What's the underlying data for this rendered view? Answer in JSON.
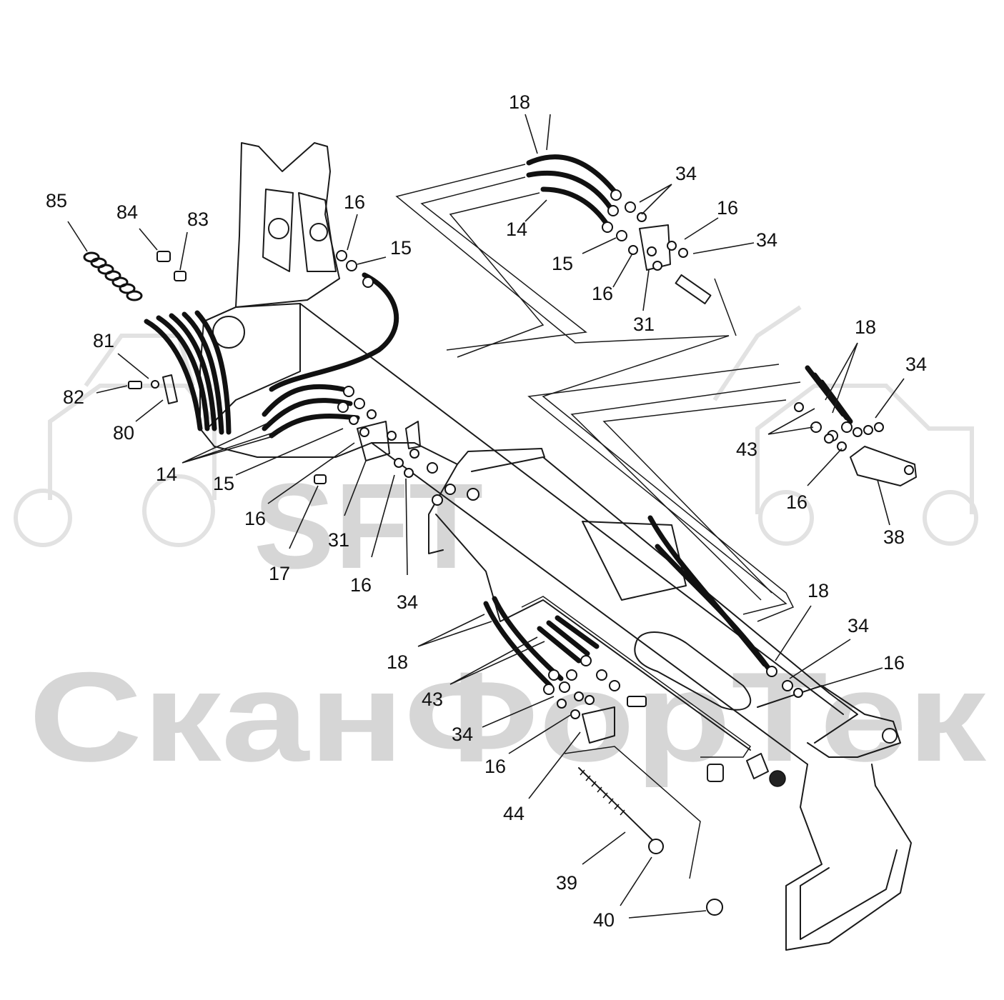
{
  "watermark": {
    "brand": "SFT",
    "name": "СканФорТек",
    "color": "#d6d6d6"
  },
  "colors": {
    "line": "#1a1a1a",
    "background": "#ffffff"
  },
  "callouts": [
    {
      "id": "c18-top",
      "text": "18"
    },
    {
      "id": "c34-a",
      "text": "34"
    },
    {
      "id": "c16-a",
      "text": "16"
    },
    {
      "id": "c34-b",
      "text": "34"
    },
    {
      "id": "c14-top",
      "text": "14"
    },
    {
      "id": "c15-top",
      "text": "15"
    },
    {
      "id": "c16-b",
      "text": "16"
    },
    {
      "id": "c31-top",
      "text": "31"
    },
    {
      "id": "c85",
      "text": "85"
    },
    {
      "id": "c84",
      "text": "84"
    },
    {
      "id": "c83",
      "text": "83"
    },
    {
      "id": "c16-c",
      "text": "16"
    },
    {
      "id": "c15-b",
      "text": "15"
    },
    {
      "id": "c81",
      "text": "81"
    },
    {
      "id": "c82",
      "text": "82"
    },
    {
      "id": "c80",
      "text": "80"
    },
    {
      "id": "c14-left",
      "text": "14"
    },
    {
      "id": "c15-c",
      "text": "15"
    },
    {
      "id": "c16-d",
      "text": "16"
    },
    {
      "id": "c17",
      "text": "17"
    },
    {
      "id": "c31-b",
      "text": "31"
    },
    {
      "id": "c16-e",
      "text": "16"
    },
    {
      "id": "c34-c",
      "text": "34"
    },
    {
      "id": "c18-right",
      "text": "18"
    },
    {
      "id": "c34-d",
      "text": "34"
    },
    {
      "id": "c43-right",
      "text": "43"
    },
    {
      "id": "c16-f",
      "text": "16"
    },
    {
      "id": "c38",
      "text": "38"
    },
    {
      "id": "c18-lower",
      "text": "18"
    },
    {
      "id": "c34-e",
      "text": "34"
    },
    {
      "id": "c16-g",
      "text": "16"
    },
    {
      "id": "c18-bottom",
      "text": "18"
    },
    {
      "id": "c43-bottom",
      "text": "43"
    },
    {
      "id": "c34-f",
      "text": "34"
    },
    {
      "id": "c16-h",
      "text": "16"
    },
    {
      "id": "c44",
      "text": "44"
    },
    {
      "id": "c39",
      "text": "39"
    },
    {
      "id": "c40",
      "text": "40"
    }
  ]
}
